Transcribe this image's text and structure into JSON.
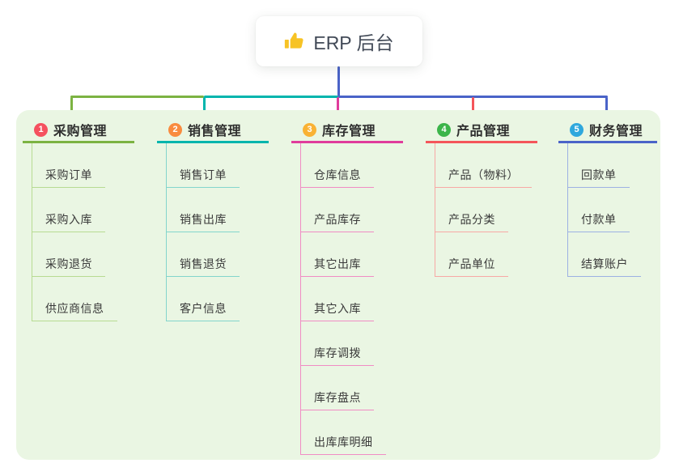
{
  "root": {
    "label": "ERP 后台",
    "icon": "thumbs-up-icon",
    "icon_color": "#f7c325"
  },
  "panel_color": "#eaf6e3",
  "stem_color": "#4a63c8",
  "branches": [
    {
      "num": "1",
      "title": "采购管理",
      "badge_color": "#f5515f",
      "accent": "#7cb342",
      "light": "#b7db92",
      "items": [
        "采购订单",
        "采购入库",
        "采购退货",
        "供应商信息"
      ]
    },
    {
      "num": "2",
      "title": "销售管理",
      "badge_color": "#f98b3f",
      "accent": "#00b5ad",
      "light": "#83d5cc",
      "items": [
        "销售订单",
        "销售出库",
        "销售退货",
        "客户信息"
      ]
    },
    {
      "num": "3",
      "title": "库存管理",
      "badge_color": "#f9b234",
      "accent": "#e03c9c",
      "light": "#f08cc4",
      "items": [
        "仓库信息",
        "产品库存",
        "其它出库",
        "其它入库",
        "库存调拨",
        "库存盘点",
        "出库库明细"
      ]
    },
    {
      "num": "4",
      "title": "产品管理",
      "badge_color": "#3cb54a",
      "accent": "#f4555a",
      "light": "#f8a8a5",
      "items": [
        "产品（物料）",
        "产品分类",
        "产品单位"
      ]
    },
    {
      "num": "5",
      "title": "财务管理",
      "badge_color": "#2fa8dd",
      "accent": "#4a63c8",
      "light": "#9db1e3",
      "items": [
        "回款单",
        "付款单",
        "结算账户"
      ]
    }
  ]
}
